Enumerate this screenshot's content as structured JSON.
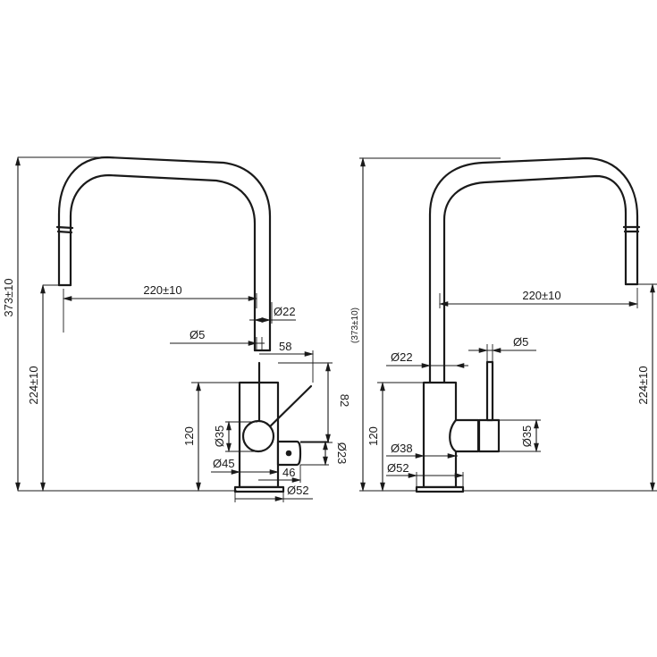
{
  "side_view": {
    "height_total": "373±10",
    "spout_height": "224±10",
    "reach": "220±10",
    "spout_dia": "Ø22",
    "lever_dia": "Ø5",
    "lever_offset": "58",
    "lever_height": "82",
    "body_height": "120",
    "hub_dia": "Ø35",
    "body_dia": "Ø45",
    "knob_offset": "46",
    "knob_dia": "Ø23",
    "base_dia": "Ø52"
  },
  "front_view": {
    "height_total": "(373±10)",
    "spout_height": "224±10",
    "reach": "220±10",
    "spout_dia": "Ø22",
    "lever_dia": "Ø5",
    "body_height": "120",
    "handle_dia": "Ø35",
    "body_dia": "Ø38",
    "base_dia": "Ø52"
  }
}
